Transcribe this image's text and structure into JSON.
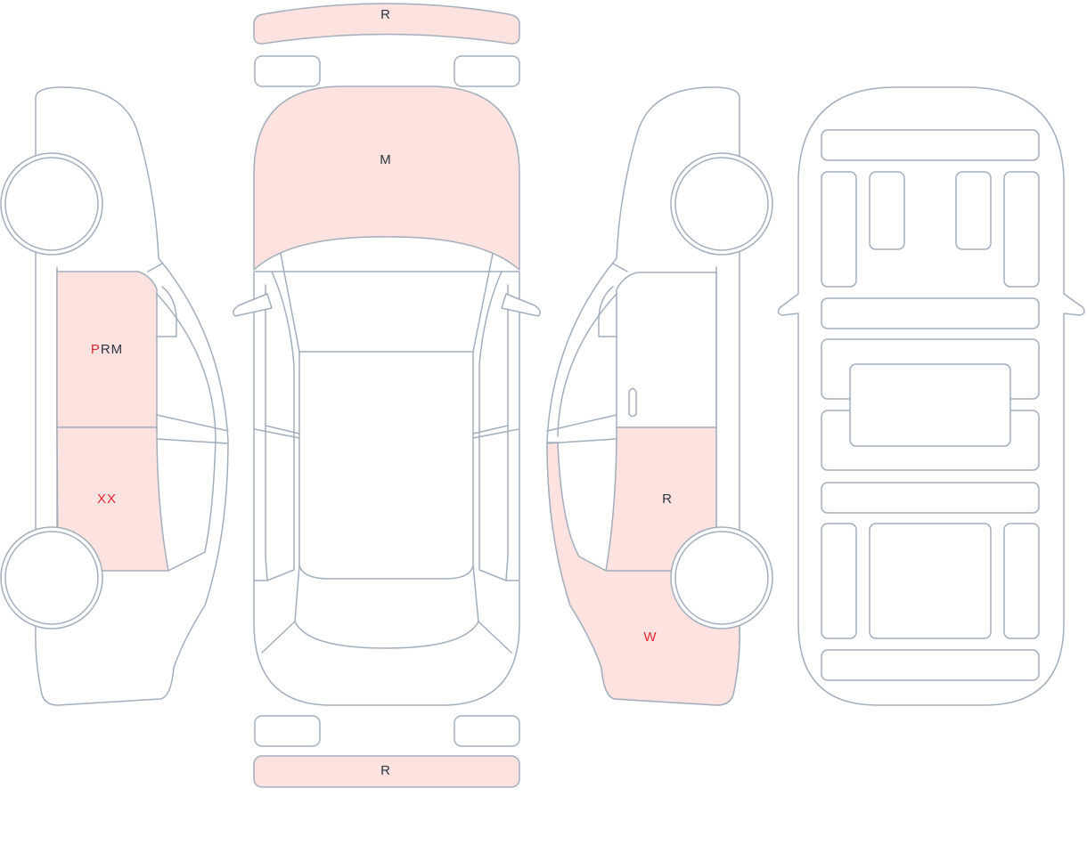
{
  "colors": {
    "outline": "#a3aebd",
    "damaged_fill": "#fde2df",
    "label_dark": "#2e3440",
    "label_red": "#e0262f"
  },
  "damage_codes": {
    "front_bumper": [
      {
        "code": "R",
        "color": "dark"
      }
    ],
    "hood": [
      {
        "code": "M",
        "color": "dark"
      }
    ],
    "rear_bumper": [
      {
        "code": "R",
        "color": "dark"
      }
    ],
    "left_front_door": [
      {
        "code": "P",
        "color": "red"
      },
      {
        "code": "RM",
        "color": "dark"
      }
    ],
    "left_rear_door": [
      {
        "code": "XX",
        "color": "red"
      }
    ],
    "right_rear_door": [
      {
        "code": "R",
        "color": "dark"
      }
    ],
    "right_rear_quarter": [
      {
        "code": "W",
        "color": "red"
      }
    ]
  }
}
